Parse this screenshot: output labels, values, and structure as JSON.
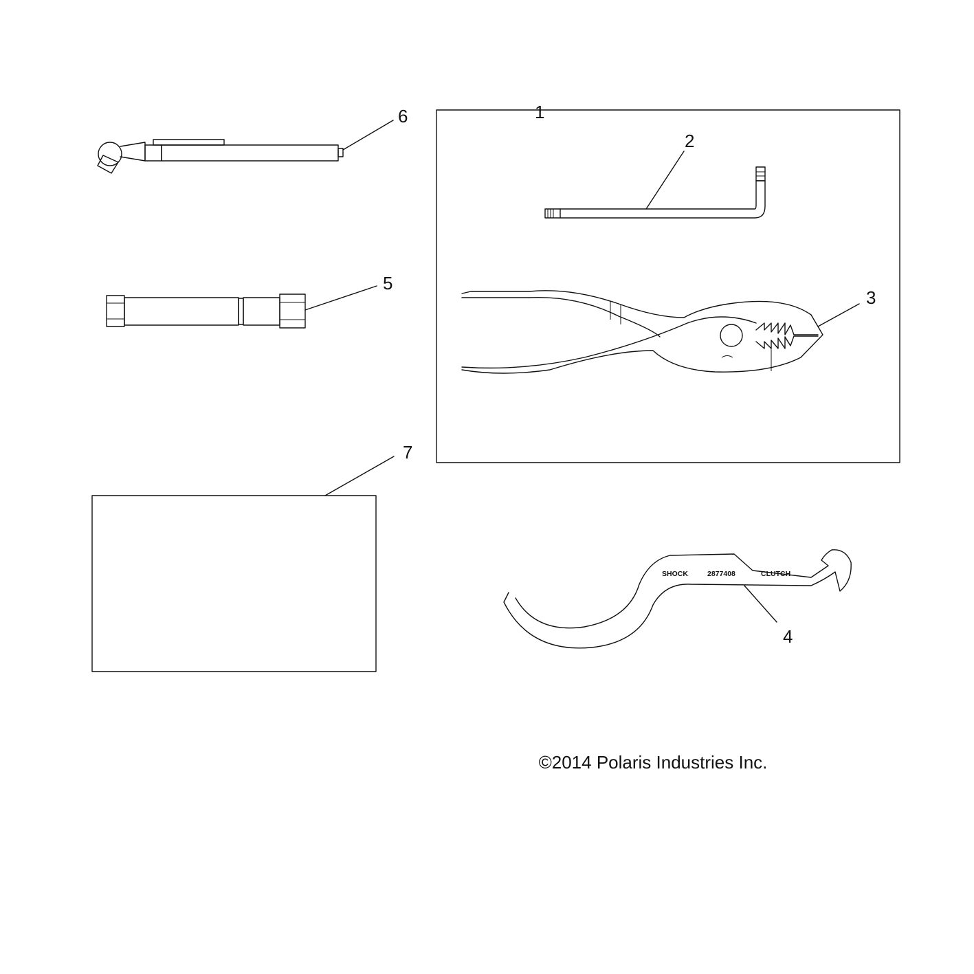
{
  "callouts": {
    "c1": "1",
    "c2": "2",
    "c3": "3",
    "c4": "4",
    "c5": "5",
    "c6": "6",
    "c7": "7"
  },
  "wrench": {
    "left_text": "SHOCK",
    "part_number": "2877408",
    "right_text": "CLUTCH"
  },
  "copyright": "©2014 Polaris Industries Inc.",
  "colors": {
    "line": "#111111",
    "background": "#ffffff"
  }
}
